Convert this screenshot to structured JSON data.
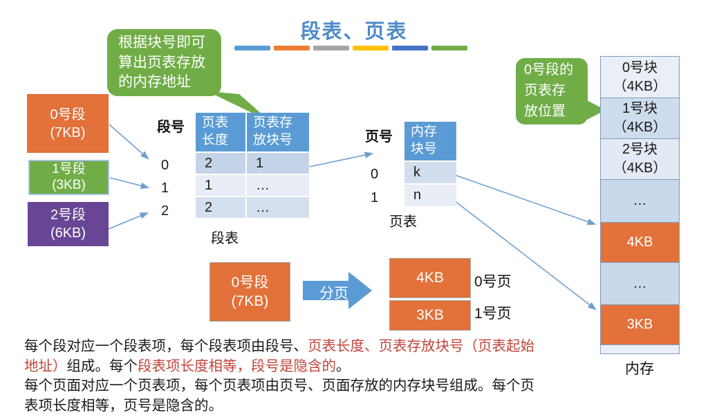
{
  "title": {
    "text": "段表、页表"
  },
  "underline_bars": {
    "colors": [
      "#5B9BD5",
      "#ED7D31",
      "#A5A5A5",
      "#FFC000",
      "#4472C4",
      "#70AD47"
    ]
  },
  "callouts": {
    "left": {
      "text": "根据块号即可\n算出页表存放\n的内存地址"
    },
    "right": {
      "text": "0号段的\n页表存\n放位置"
    }
  },
  "segments": [
    {
      "label": "0号段\n(7KB)",
      "color": "#E2713A"
    },
    {
      "label": "1号段\n(3KB)",
      "color": "#70AD47"
    },
    {
      "label": "2号段\n(6KB)",
      "color": "#684595"
    }
  ],
  "segment_table": {
    "row_axis_label": "段号",
    "caption": "段表",
    "col_headers": [
      "页表\n长度",
      "页表存\n放块号"
    ],
    "row_ids": [
      "0",
      "1",
      "2"
    ],
    "rows": [
      [
        "2",
        "1"
      ],
      [
        "1",
        "…"
      ],
      [
        "2",
        "…"
      ]
    ]
  },
  "page_table": {
    "row_axis_label": "页号",
    "caption": "页表",
    "col_header": "内存\n块号",
    "row_ids": [
      "0",
      "1"
    ],
    "rows": [
      [
        "k"
      ],
      [
        "n"
      ]
    ]
  },
  "memory": {
    "caption": "内存",
    "blocks": [
      {
        "label": "0号块\n（4KB）"
      },
      {
        "label": "1号块\n（4KB）"
      },
      {
        "label": "2号块\n（4KB）"
      },
      {
        "label": "…"
      },
      {
        "label": "4KB"
      },
      {
        "label": "…"
      },
      {
        "label": "3KB"
      },
      {
        "label": ""
      }
    ]
  },
  "paging_demo": {
    "segment_label": "0号段\n(7KB)",
    "arrow_label": "分页",
    "pages": [
      {
        "size": "4KB",
        "name": "0号页"
      },
      {
        "size": "3KB",
        "name": "1号页"
      }
    ]
  },
  "notes": {
    "p1": {
      "s1": "每个段对应一个段表项，每个段表项由段号、",
      "s2": "页表长度、页表存放块号（页表起始\n地址）",
      "s3": "组成。每个",
      "s4": "段表项长度相等，段号是隐含的",
      "s5": "。"
    },
    "p2": "每个页面对应一个页表项，每个页表项由页号、页面存放的内存块号组成。每个页\n表项长度相等，页号是隐含的。"
  },
  "colors": {
    "accent_blue": "#5B9BD5",
    "table_header_blue": "#5B9BD5",
    "orange": "#E2713A",
    "green": "#70AD47",
    "purple": "#684595",
    "red_text": "#C2453C",
    "arrow_blue": "#6FA0CE"
  }
}
